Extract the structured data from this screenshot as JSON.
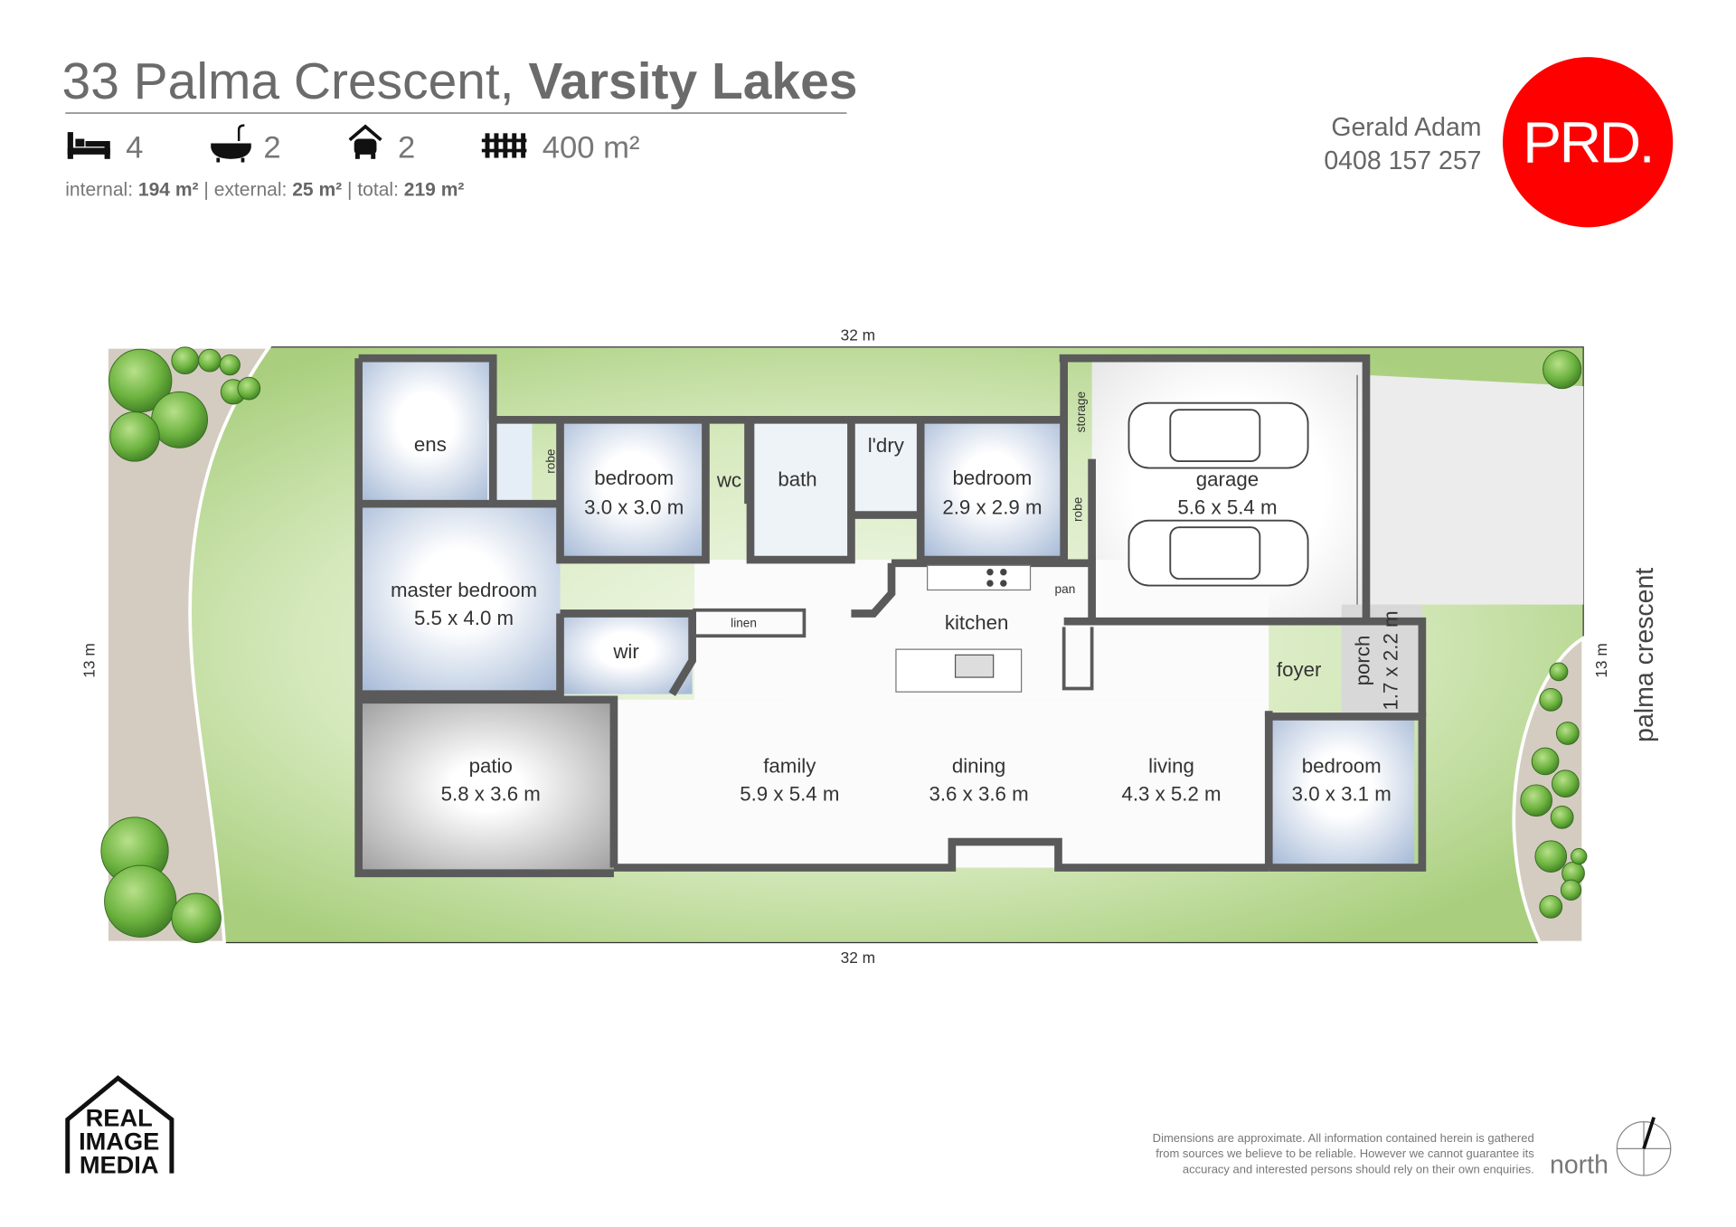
{
  "header": {
    "title_light": "33 Palma Crescent,",
    "title_bold": "Varsity Lakes",
    "features": [
      {
        "icon": "bed-icon",
        "value": "4"
      },
      {
        "icon": "bath-icon",
        "value": "2"
      },
      {
        "icon": "car-garage-icon",
        "value": "2"
      },
      {
        "icon": "fence-icon",
        "value": "400 m²"
      }
    ],
    "areas": {
      "internal_label": "internal:",
      "internal_value": "194 m²",
      "external_label": "external:",
      "external_value": "25 m²",
      "total_label": "total:",
      "total_value": "219 m²",
      "separator": "|"
    }
  },
  "agent": {
    "name": "Gerald Adam",
    "phone": "0408 157 257"
  },
  "brand": {
    "logo_text": "PRD.",
    "color": "#ff0000"
  },
  "plan": {
    "dim_top": "32 m",
    "dim_bottom": "32 m",
    "dim_left": "13 m",
    "dim_right": "13 m",
    "street": "palma crescent",
    "rooms": {
      "ens": {
        "name": "ens"
      },
      "bed1": {
        "name": "bedroom",
        "size": "3.0 x 3.0 m"
      },
      "wc": {
        "name": "wc"
      },
      "bath": {
        "name": "bath"
      },
      "ldry": {
        "name": "l'dry"
      },
      "bed2": {
        "name": "bedroom",
        "size": "2.9 x 2.9 m"
      },
      "garage": {
        "name": "garage",
        "size": "5.6 x 5.4 m"
      },
      "master": {
        "name": "master bedroom",
        "size": "5.5 x 4.0 m"
      },
      "wir": {
        "name": "wir"
      },
      "kitchen": {
        "name": "kitchen"
      },
      "foyer": {
        "name": "foyer"
      },
      "porch": {
        "name": "porch",
        "size": "1.7 x 2.2 m"
      },
      "patio": {
        "name": "patio",
        "size": "5.8 x 3.6 m"
      },
      "family": {
        "name": "family",
        "size": "5.9 x 5.4 m"
      },
      "dining": {
        "name": "dining",
        "size": "3.6 x 3.6 m"
      },
      "living": {
        "name": "living",
        "size": "4.3 x 5.2 m"
      },
      "bed3": {
        "name": "bedroom",
        "size": "3.0 x 3.1 m"
      }
    },
    "labels": {
      "robe1": "robe",
      "robe2": "robe",
      "storage": "storage",
      "linen": "linen",
      "pan": "pan"
    }
  },
  "footer": {
    "logo_text": [
      "REAL",
      "IMAGE",
      "MEDIA"
    ],
    "disclaimer": [
      "Dimensions are approximate.  All information contained herein is gathered",
      "from sources we believe to be reliable.  However we cannot guarantee its",
      "accuracy and interested persons should rely on their own enquiries."
    ],
    "north_label": "north"
  }
}
